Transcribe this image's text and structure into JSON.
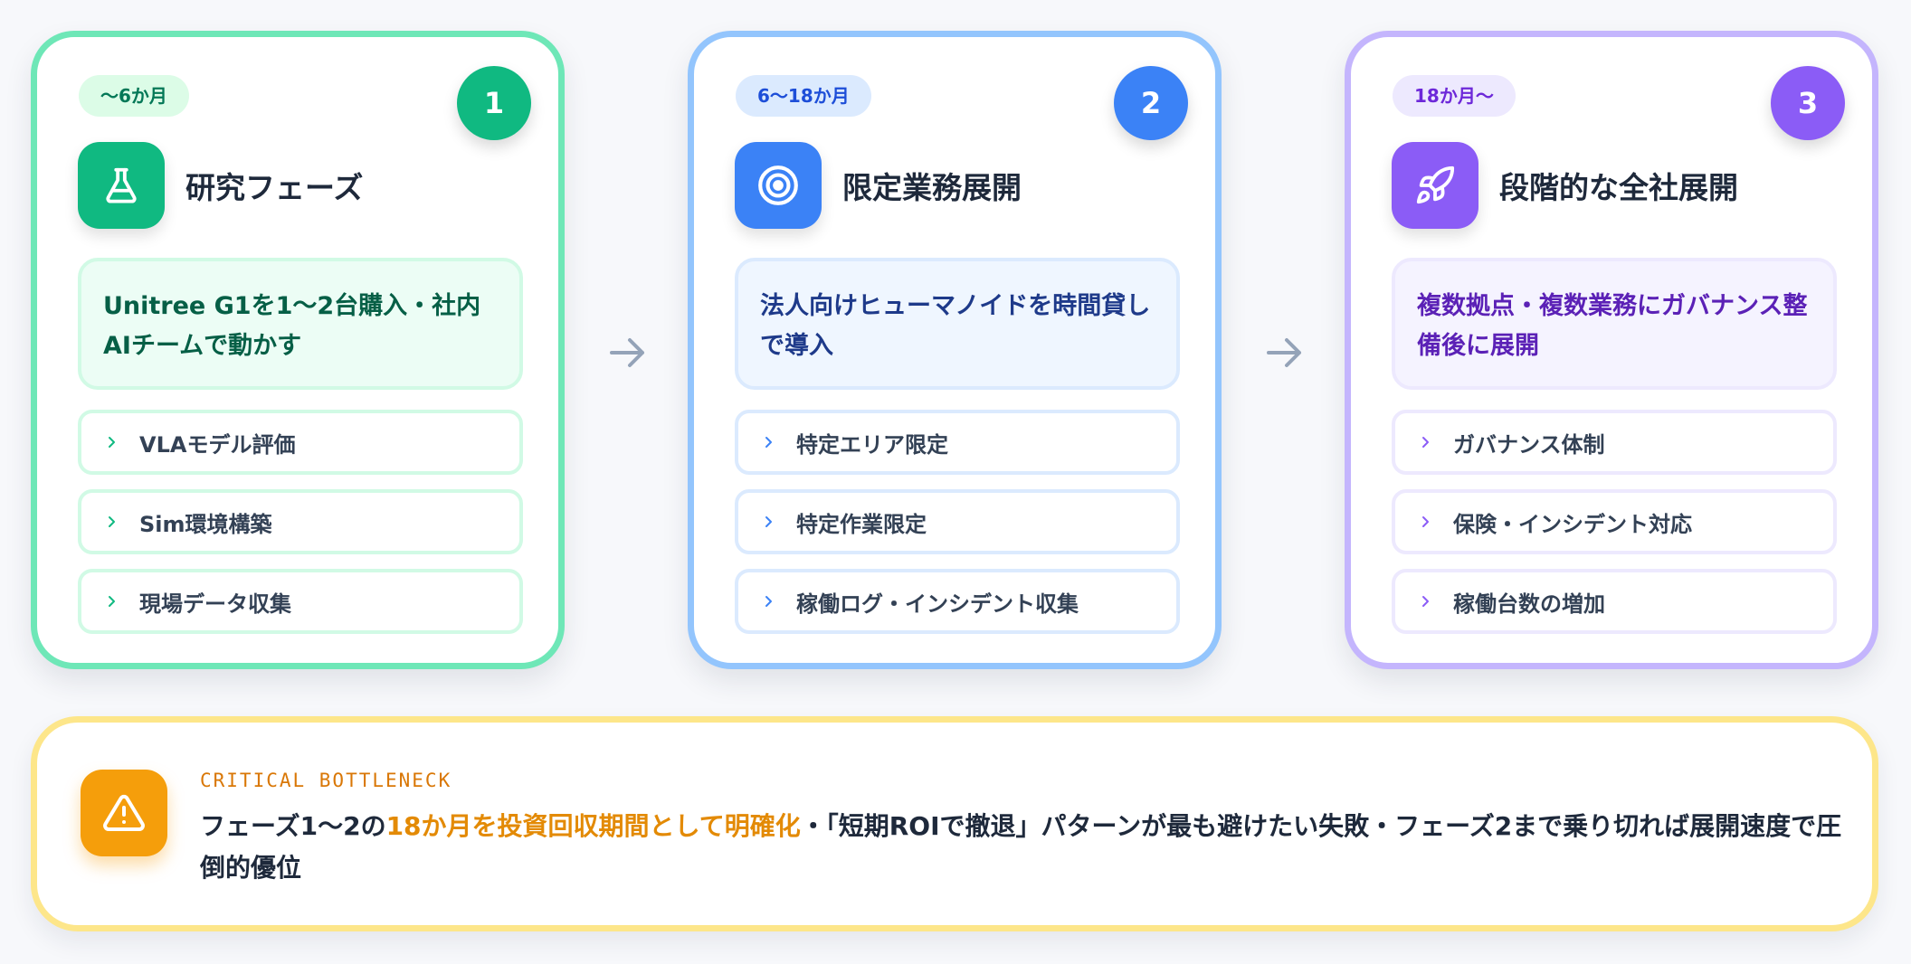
{
  "phases": [
    {
      "duration": "〜6か月",
      "step": "1",
      "icon": "flask-icon",
      "title": "研究フェーズ",
      "summary": "Unitree G1を1〜2台購入・社内AIチームで動かす",
      "items": [
        "VLAモデル評価",
        "Sim環境構築",
        "現場データ収集"
      ]
    },
    {
      "duration": "6〜18か月",
      "step": "2",
      "icon": "target-icon",
      "title": "限定業務展開",
      "summary": "法人向けヒューマノイドを時間貸しで導入",
      "items": [
        "特定エリア限定",
        "特定作業限定",
        "稼働ログ・インシデント収集"
      ]
    },
    {
      "duration": "18か月〜",
      "step": "3",
      "icon": "rocket-icon",
      "title": "段階的な全社展開",
      "summary": "複数拠点・複数業務にガバナンス整備後に展開",
      "items": [
        "ガバナンス体制",
        "保険・インシデント対応",
        "稼働台数の増加"
      ]
    }
  ],
  "bottleneck": {
    "label": "CRITICAL BOTTLENECK",
    "text_before": "フェーズ1〜2の",
    "text_highlight": "18か月を投資回収期間として明確化",
    "text_after": "・「短期ROIで撤退」パターンが最も避けたい失敗・フェーズ2まで乗り切れば展開速度で圧倒的優位",
    "icon": "warning-icon"
  },
  "colors": {
    "green": "#10b981",
    "blue": "#3b82f6",
    "purple": "#8b5cf6",
    "amber": "#f59e0b",
    "highlight": "#e38a05"
  }
}
